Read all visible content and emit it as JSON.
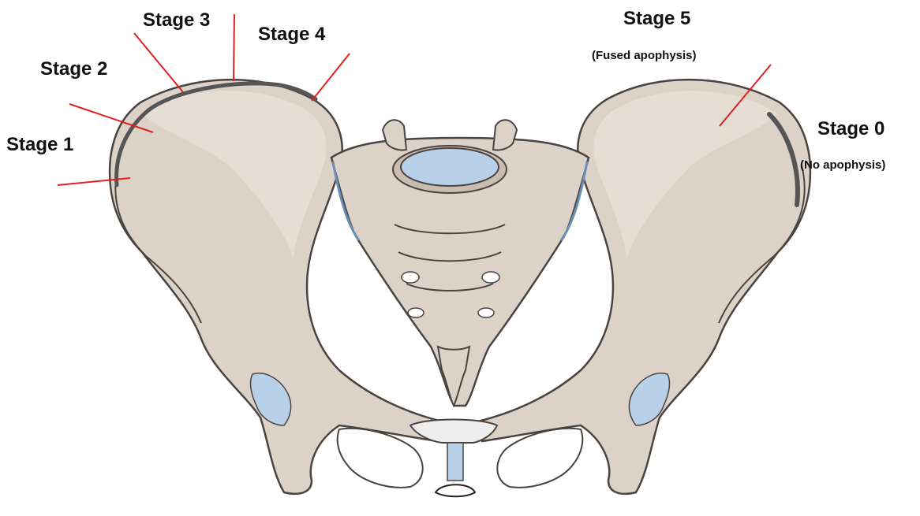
{
  "labels": {
    "stage_0": "Stage 0",
    "stage_0_note": "(No apophysis)",
    "stage_1": "Stage 1",
    "stage_2": "Stage 2",
    "stage_3": "Stage 3",
    "stage_4": "Stage 4",
    "stage_5": "Stage 5",
    "stage_5_note": "(Fused apophysis)"
  },
  "colors": {
    "bone": "#ddd2c8",
    "bone_shadow": "#c9bcb0",
    "outline": "#4a4440",
    "cartilage": "#b8d0e8",
    "apophysis": "#555555",
    "leader_line": "#e02020",
    "label_text": "#111111"
  }
}
